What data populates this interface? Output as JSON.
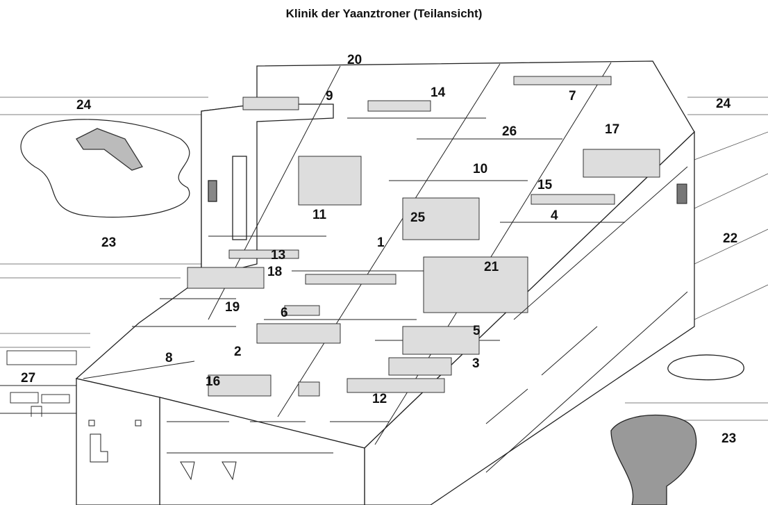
{
  "title": "Klinik der Yaanztroner (Teilansicht)",
  "labels": [
    {
      "id": "20",
      "text": "20"
    },
    {
      "id": "9",
      "text": "9"
    },
    {
      "id": "14",
      "text": "14"
    },
    {
      "id": "7",
      "text": "7"
    },
    {
      "id": "24a",
      "text": "24"
    },
    {
      "id": "24b",
      "text": "24"
    },
    {
      "id": "26",
      "text": "26"
    },
    {
      "id": "17",
      "text": "17"
    },
    {
      "id": "10",
      "text": "10"
    },
    {
      "id": "15",
      "text": "15"
    },
    {
      "id": "11",
      "text": "11"
    },
    {
      "id": "4",
      "text": "4"
    },
    {
      "id": "25",
      "text": "25"
    },
    {
      "id": "23a",
      "text": "23"
    },
    {
      "id": "22",
      "text": "22"
    },
    {
      "id": "1",
      "text": "1"
    },
    {
      "id": "13",
      "text": "13"
    },
    {
      "id": "21",
      "text": "21"
    },
    {
      "id": "18",
      "text": "18"
    },
    {
      "id": "19",
      "text": "19"
    },
    {
      "id": "6",
      "text": "6"
    },
    {
      "id": "5",
      "text": "5"
    },
    {
      "id": "2",
      "text": "2"
    },
    {
      "id": "8",
      "text": "8"
    },
    {
      "id": "3",
      "text": "3"
    },
    {
      "id": "27",
      "text": "27"
    },
    {
      "id": "16",
      "text": "16"
    },
    {
      "id": "12",
      "text": "12"
    },
    {
      "id": "23b",
      "text": "23"
    }
  ]
}
